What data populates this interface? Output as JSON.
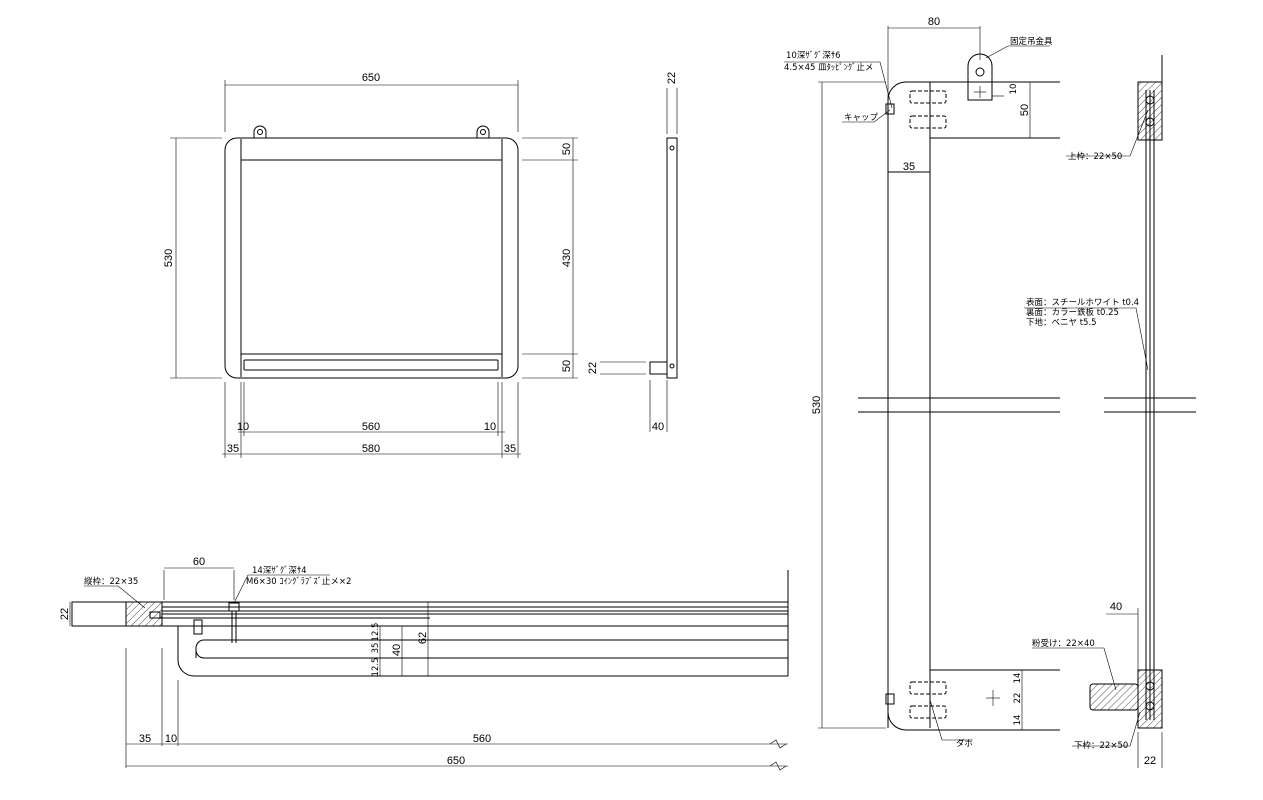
{
  "front": {
    "width": "650",
    "height": "530",
    "top_rail": "50",
    "inner": "430",
    "bottom_rail": "50",
    "edge_l": "10",
    "span": "560",
    "edge_r": "10",
    "stile_l": "35",
    "mid": "580",
    "stile_r": "35"
  },
  "side": {
    "thickness": "22",
    "rail_t": "22",
    "depth": "40"
  },
  "plan": {
    "width_60": "60",
    "screw_note_1": "14深ｻﾞｸﾞ深ｻ4",
    "screw_note_2": "M6×30 ｺｲﾝｸﾞﾗﾌﾞｽﾞ止メ×2",
    "stile_label": "縦枠：22×35",
    "t22": "22",
    "d125": "12.5",
    "d35a": "35",
    "d125b": "12.5",
    "d40": "40",
    "d62": "62",
    "d35": "35",
    "d10": "10",
    "d560": "560",
    "d650": "650"
  },
  "section": {
    "d80": "80",
    "bracket": "固定吊金具",
    "note_1": "10深ｻﾞｸﾞ深ｻ6",
    "note_2": "4.5×45 皿ﾀｯﾋﾟﾝｸﾞ止メ",
    "cap": "キャップ",
    "d10": "10",
    "d50": "50",
    "d35": "35",
    "top_rail": "上枠：22×50",
    "surface_1": "表面：スチールホワイト t0.4",
    "surface_2": "裏面：カラー鉄板 t0.25",
    "surface_3": "下地：ベニヤ t5.5",
    "d530": "530",
    "d40": "40",
    "tray": "粉受け：22×40",
    "d14a": "14",
    "d22": "22",
    "d14b": "14",
    "dowel": "ダボ",
    "bottom_rail": "下枠：22×50",
    "d22b": "22"
  }
}
